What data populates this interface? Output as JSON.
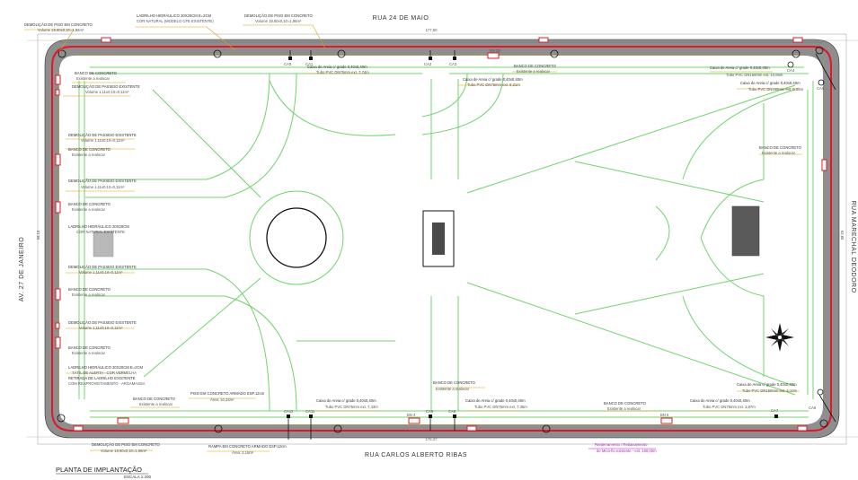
{
  "streets": {
    "top": "RUA 24 DE MAIO",
    "bottom": "RUA CARLOS ALBERTO RIBAS",
    "left": "AV. 27 DE JANEIRO",
    "right": "RUA MARECHAL DEODORO"
  },
  "title": "PLANTA DE IMPLANTAÇÃO",
  "scale": "ESCALA 1:200",
  "notes": {
    "demo_piso_tl_1": "DEMOLIÇÃO DE PISO EM CONCRETO",
    "demo_piso_tl_2": "Volume 19,60x0,10=1,96m³",
    "ladrilho_top_1": "LADRILHO HIDRÁULICO 20X20CM E=2CM",
    "ladrilho_top_2": "COR NATURAL (MODELO CFE EXISTENTE)",
    "demo_piso_top_1": "DEMOLIÇÃO DE PISO EM CONCRETO",
    "demo_piso_top_2": "Volume 19,60x0,10=1,96m³",
    "banco_1": "BANCO DE CONCRETO",
    "banco_1b": "Existente a realocar",
    "demo_passeio_1": "DEMOLIÇÃO DE PASSEIO EXISTENTE",
    "demo_passeio_1b": "Volume 1,11x0,10=0,11m³",
    "caixa_top_1": "Caixa de Areia c/ grade 0,40x0,40m",
    "caixa_top_1b": "Tubo PVC DN75mm ext. 7,74m",
    "caixa_top_2": "Caixa de Areia c/ grade 0,40x0,40m",
    "caixa_top_2b": "Tubo PVC DN75mm ext. 8,21m",
    "banco_top_r": "BANCO DE CONCRETO",
    "banco_top_rb": "Existente a realocar",
    "caixa_tr_1": "Caixa de Areia c/ grade 0,40x0,40m",
    "caixa_tr_1b": "Tubo PVC DN150mm ext. 10,85m",
    "caixa_tr_2": "Caixa de Areia c/ grade 0,40x0,40m",
    "caixa_tr_2b": "Tubo PVC DN150mm ext. 6,55m",
    "banco_right": "BANCO DE CONCRETO",
    "banco_rightb": "Existente a realocar",
    "banco_2": "BANCO DE CONCRETO",
    "banco_2b": "Existente a realocar",
    "demo_passeio_2": "DEMOLIÇÃO DE PASSEIO EXISTENTE",
    "demo_passeio_2b": "Volume 1,11x0,10=0,11m³",
    "banco_3": "BANCO DE CONCRETO",
    "banco_3b": "Existente a realocar",
    "ladrilho_mid_1": "LADRILHO HIDRÁULICO 20X20CM",
    "ladrilho_mid_2": "COR NATURAL EXISTENTE",
    "demo_passeio_3": "DEMOLIÇÃO DE PASSEIO EXISTENTE",
    "demo_passeio_3b": "Volume 1,11x0,10=0,11m³",
    "banco_4": "BANCO DE CONCRETO",
    "banco_4b": "Existente a realocar",
    "demo_passeio_4": "DEMOLIÇÃO DE PASSEIO EXISTENTE",
    "demo_passeio_4b": "Volume 1,11x0,10=0,11m³",
    "banco_5": "BANCO DE CONCRETO",
    "banco_5b": "Existente a realocar",
    "ladrilho_tatil_1": "LADRILHO HIDRÁULICO 20X20CM E=2CM",
    "ladrilho_tatil_2": "TÁTIL DE ALERTA - COR VERMELHA",
    "ladrilho_tatil_3": "RETIRADA DE LADRILHO EXISTENTE",
    "ladrilho_tatil_4": "COM REAPROVEITAMENTO - ARGAMASSA",
    "banco_bl": "BANCO DE CONCRETO",
    "banco_blb": "Existente a realocar",
    "piso_arm_1": "PISO EM CONCRETO ARMADO ESP.12cm",
    "piso_arm_2": "Área: 10,34m²",
    "caixa_bot_1": "Caixa de Areia c/ grade 0,40x0,40m",
    "caixa_bot_1b": "Tubo PVC DN75mm ext. 7,43m",
    "banco_bot_c": "BANCO DE CONCRETO",
    "banco_bot_cb": "Existente a realocar",
    "caixa_bot_2": "Caixa de Areia c/ grade 0,40x0,40m",
    "caixa_bot_2b": "Tubo PVC DN75mm ext. 7,36m",
    "banco_bot_r": "BANCO DE CONCRETO",
    "banco_bot_rb": "Existente a realocar",
    "caixa_br_1": "Caixa de Areia c/ grade 0,40x0,40m",
    "caixa_br_1b": "Tubo PVC DN150mm ext. 4,10m",
    "caixa_br_2": "Caixa de Areia c/ grade 0,40x0,40m",
    "caixa_br_2b": "Tubo PVC DN75mm ext. 3,87m",
    "demo_piso_bot_1": "DEMOLIÇÃO DE PISO EM CONCRETO",
    "demo_piso_bot_2": "Volume 19,60x0,10=1,96m³",
    "rampa_1": "RAMPA EM CONCRETO ARMADO ESP.12cm",
    "rampa_2": "Área: 3,16m²",
    "reaterro_1": "Reaterramento / Rebaixamento",
    "reaterro_2": "de Meio-fio existente - ext. 160,00m"
  },
  "box_labels": {
    "ca0": "CA0",
    "ca1": "CA1",
    "ca2": "CA2",
    "ca3": "CA3",
    "ca4": "CA4",
    "ca5": "CA5",
    "ca6": "CA6",
    "ca7": "CA7",
    "ca8": "CA8",
    "ca9": "CA9",
    "ca10": "CA10",
    "ca11": "CA11",
    "ca12": "CA12",
    "bn_top": "BN 2B",
    "bn_b1": "BN 4",
    "bn_b2": "BN 5"
  },
  "dims": {
    "top_total": "177,50",
    "bottom_total": "175,37",
    "left_total": "68,10",
    "right_total": "62,85"
  },
  "colors": {
    "paving": "#8e8e8e",
    "curb_red": "#e0182a",
    "paths_green": "#6fd46a",
    "callout": "#e1a20c",
    "magenta": "#b21cc4"
  }
}
